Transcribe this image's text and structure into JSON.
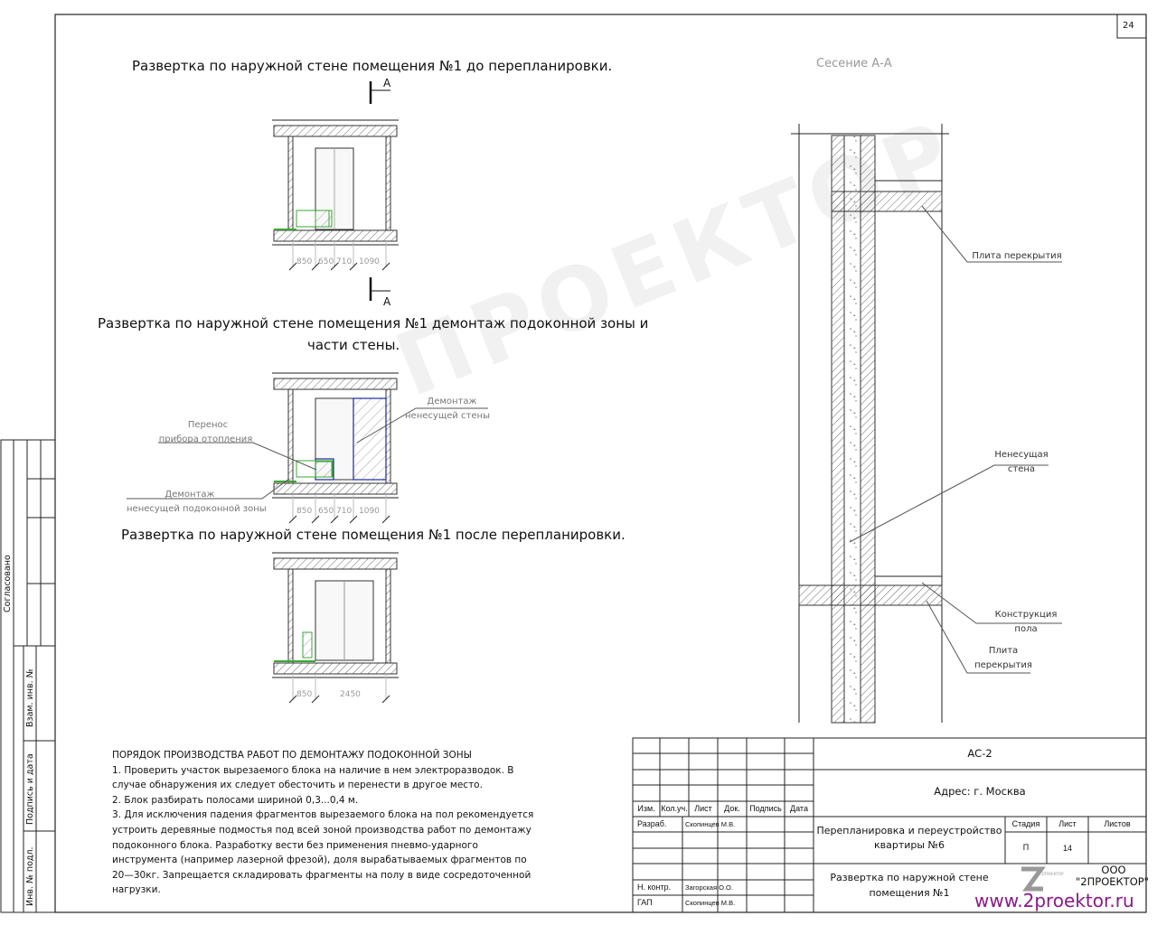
{
  "sheet_number": "24",
  "drawings": [
    {
      "title": "Развертка по наружной стене помещения №1 до перепланировки.",
      "dims": [
        "850",
        "650",
        "710",
        "1090"
      ],
      "section_mark": "А"
    },
    {
      "title_line1": "Развертка по наружной стене помещения №1 демонтаж подоконной зоны и",
      "title_line2": "части стены.",
      "dims": [
        "850",
        "650",
        "710",
        "1090"
      ],
      "labels": {
        "wall_demolition_1": "Демонтаж",
        "wall_demolition_2": "ненесущей стены",
        "heater_move_1": "Перенос",
        "heater_move_2": "прибора отопления",
        "sill_demolition_1": "Демонтаж",
        "sill_demolition_2": "ненесущей подоконной зоны"
      }
    },
    {
      "title": "Развертка по наружной стене помещения №1 после перепланировки.",
      "dims": [
        "850",
        "2450"
      ]
    }
  ],
  "section": {
    "title": "Сесение А-А",
    "labels": {
      "slab_top": "Плита перекрытия",
      "wall_1": "Ненесущая",
      "wall_2": "стена",
      "floor_1": "Конструкция",
      "floor_2": "пола",
      "slab_bottom_1": "Плита",
      "slab_bottom_2": "перекрытия"
    }
  },
  "notes": {
    "heading": "ПОРЯДОК ПРОИЗВОДСТВА РАБОТ ПО ДЕМОНТАЖУ ПОДОКОННОЙ ЗОНЫ",
    "items": [
      "1.        Проверить участок вырезаемого блока на наличие в нем электроразводок. В случае обнаружения их следует обесточить и перенести в другое место.",
      "2.        Блок разбирать полосами шириной 0,3...0,4 м.",
      "3.        Для исключения падения фрагментов вырезаемого блока на пол рекомендуется устроить деревяные подмостья под всей зоной производства работ по демонтажу подоконного блока. Разработку вести без применения пневмо-ударного инструмента (например лазерной фрезой), доля вырабатываемых фрагментов по 20—30кг. Запрещается складировать фрагменты на полу в виде сосредоточенной нагрузки."
    ]
  },
  "side_stamp": {
    "agreed": "Согласовано",
    "swap_inv": "Взам. инв. №",
    "sign_date": "Подпись и дата",
    "inv_orig": "Инв. № подл."
  },
  "title_block": {
    "code": "АС-2",
    "address": "Адрес: г. Москва",
    "headers": [
      "Изм.",
      "Кол.уч.",
      "Лист",
      "Док.",
      "Подпись",
      "Дата"
    ],
    "rows": [
      {
        "role": "Разраб.",
        "name": "Скопинцев М.В."
      },
      {
        "role": "Н. контр.",
        "name": "Загорская О.О."
      },
      {
        "role": "ГАП",
        "name": "Скопинцев М.В."
      }
    ],
    "project_1": "Перепланировка и переустройство",
    "project_2": "квартиры №6",
    "stage_label": "Стадия",
    "sheet_label": "Лист",
    "sheets_label": "Листов",
    "stage": "П",
    "sheet": "14",
    "sheet_title_1": "Развертка по наружной стене",
    "sheet_title_2": "помещения №1",
    "company_1": "ООО",
    "company_2": "\"2ПРОЕКТОР\"",
    "website": "www.2proektor.ru",
    "logo_text": "2ПРОЕКТОР"
  },
  "colors": {
    "heater": "#3aa832",
    "demolition": "#1a2a9a",
    "website": "#8a1a8a"
  }
}
